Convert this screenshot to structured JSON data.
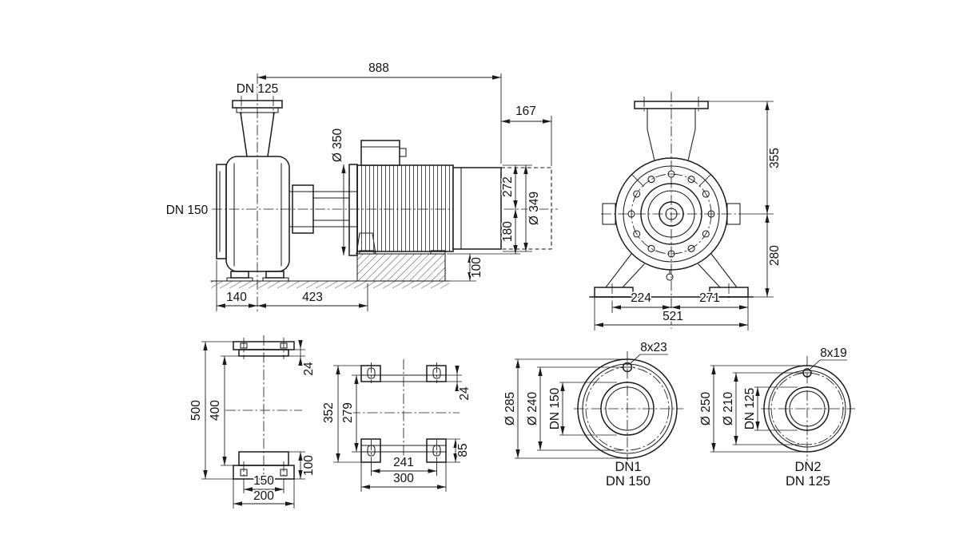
{
  "side_view": {
    "dim_total_length": "888",
    "dim_motor_extension": "167",
    "label_discharge": "DN 125",
    "label_suction": "DN 150",
    "dim_flange_dia": "Ø 350",
    "dim_center_to_top": "272",
    "dim_center_height": "180",
    "dim_motor_dia": "Ø 349",
    "dim_base_height": "100",
    "dim_suction_to_center": "140",
    "dim_center_to_support": "423"
  },
  "end_view": {
    "dim_top_height": "355",
    "dim_bottom_height": "280",
    "dim_left_foot": "224",
    "dim_right_foot": "271",
    "dim_base_width": "521"
  },
  "pump_foot_view": {
    "dim_overall": "500",
    "dim_bolt_span": "400",
    "dim_pad_height": "24",
    "dim_foot_height": "100",
    "dim_bolt_width": "150",
    "dim_plate_width": "200"
  },
  "motor_foot_view": {
    "dim_overall": "352",
    "dim_bolt_span": "279",
    "dim_pad_height": "24",
    "dim_foot_height": "85",
    "dim_bolt_width": "241",
    "dim_plate_width": "300"
  },
  "flange_dn150": {
    "label_holes": "8x23",
    "dim_outer": "Ø 285",
    "dim_bolt_circle": "Ø 240",
    "dim_bore": "DN 150",
    "caption_id": "DN1",
    "caption_size": "DN 150"
  },
  "flange_dn125": {
    "label_holes": "8x19",
    "dim_outer": "Ø 250",
    "dim_bolt_circle": "Ø 210",
    "dim_bore": "DN 125",
    "caption_id": "DN2",
    "caption_size": "DN 125"
  }
}
